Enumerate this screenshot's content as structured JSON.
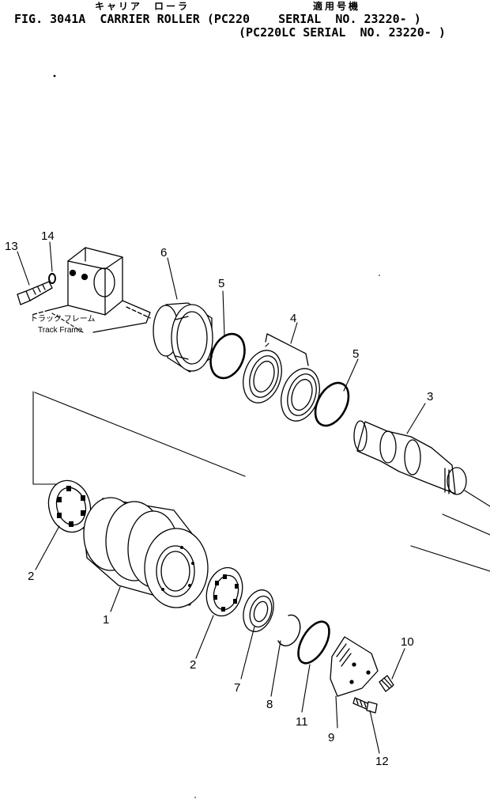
{
  "header": {
    "jp_name": "キャリア　ローラ",
    "jp_applicable": "適用号機",
    "title_line1": "FIG. 3041A  CARRIER ROLLER (PC220    SERIAL  NO. 23220- )",
    "title_line2": "(PC220LC SERIAL  NO. 23220- )"
  },
  "callouts": [
    "13",
    "14",
    "6",
    "5",
    "4",
    "5",
    "3",
    "2",
    "1",
    "2",
    "7",
    "8",
    "11",
    "9",
    "10",
    "12"
  ],
  "frame_label": {
    "jp": "トラック フレーム",
    "en": "Track Frame"
  }
}
